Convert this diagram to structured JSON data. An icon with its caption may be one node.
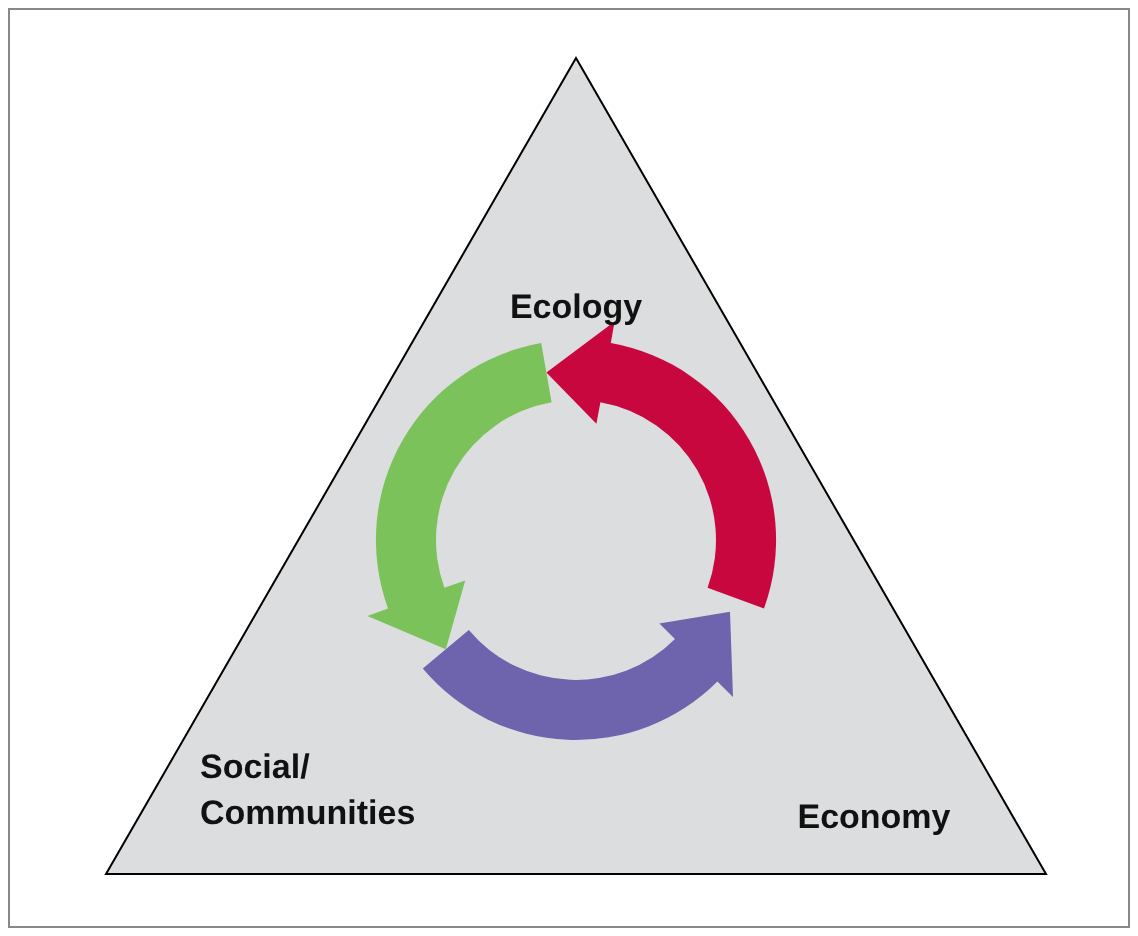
{
  "diagram": {
    "nodes": [
      {
        "text": [],
        "shape": "triangle"
      },
      {
        "text": [
          "Ecology"
        ],
        "in": 0
      },
      {
        "text": [
          "Social/ Communities"
        ],
        "in": 0
      },
      {
        "text": [
          "Economy"
        ],
        "in": 0
      }
    ]
  }
}
